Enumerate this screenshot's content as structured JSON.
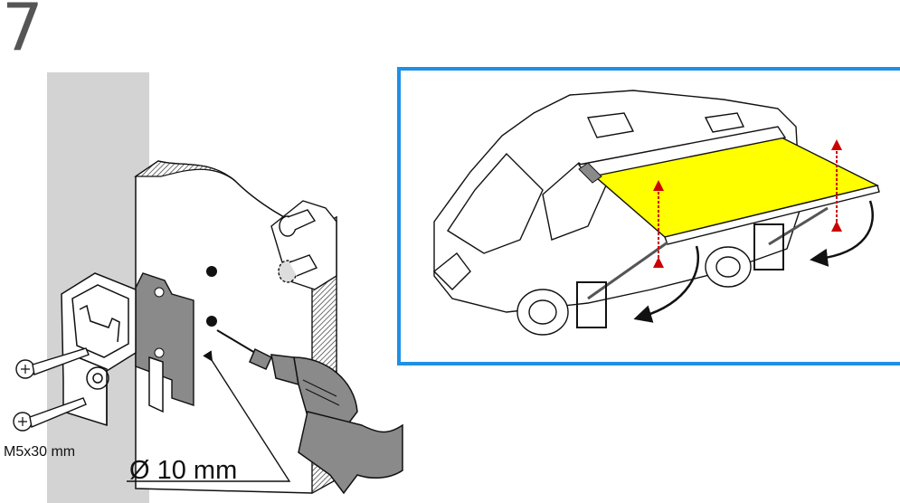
{
  "step": {
    "number": "7"
  },
  "labels": {
    "screw_size": "M5x30 mm",
    "hole_diameter": "Ø  10 mm"
  },
  "colors": {
    "wall": "#d3d3d3",
    "awning_fabric": "#ffff00",
    "frame": "#1e90e6",
    "arrow": "#cc0000",
    "line": "#111111",
    "mount_plate": "#8a8a8a"
  }
}
